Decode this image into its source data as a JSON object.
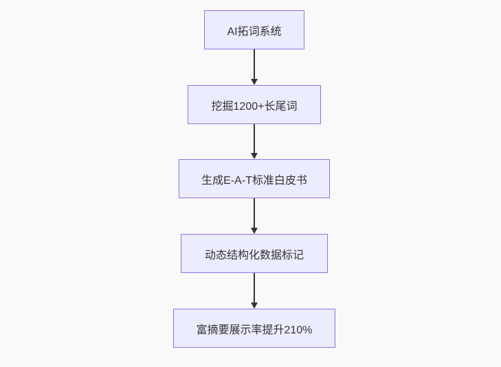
{
  "diagram": {
    "type": "flowchart",
    "direction": "top-down",
    "nodes": [
      {
        "id": "A",
        "label": "AI拓词系统"
      },
      {
        "id": "B",
        "label": "挖掘1200+长尾词"
      },
      {
        "id": "C",
        "label": "生成E-A-T标准白皮书"
      },
      {
        "id": "D",
        "label": "动态结构化数据标记"
      },
      {
        "id": "E",
        "label": "富摘要展示率提升210%"
      }
    ],
    "edges": [
      {
        "from": "A",
        "to": "B",
        "style": "arrow-down"
      },
      {
        "from": "B",
        "to": "C",
        "style": "arrow-down"
      },
      {
        "from": "C",
        "to": "D",
        "style": "arrow-down"
      },
      {
        "from": "D",
        "to": "E",
        "style": "arrow-down"
      }
    ],
    "colors": {
      "background": "#f9f9f9",
      "node_fill": "#ECECFF",
      "node_border": "#9370DB",
      "node_text": "#333333",
      "arrow": "#333333"
    }
  }
}
